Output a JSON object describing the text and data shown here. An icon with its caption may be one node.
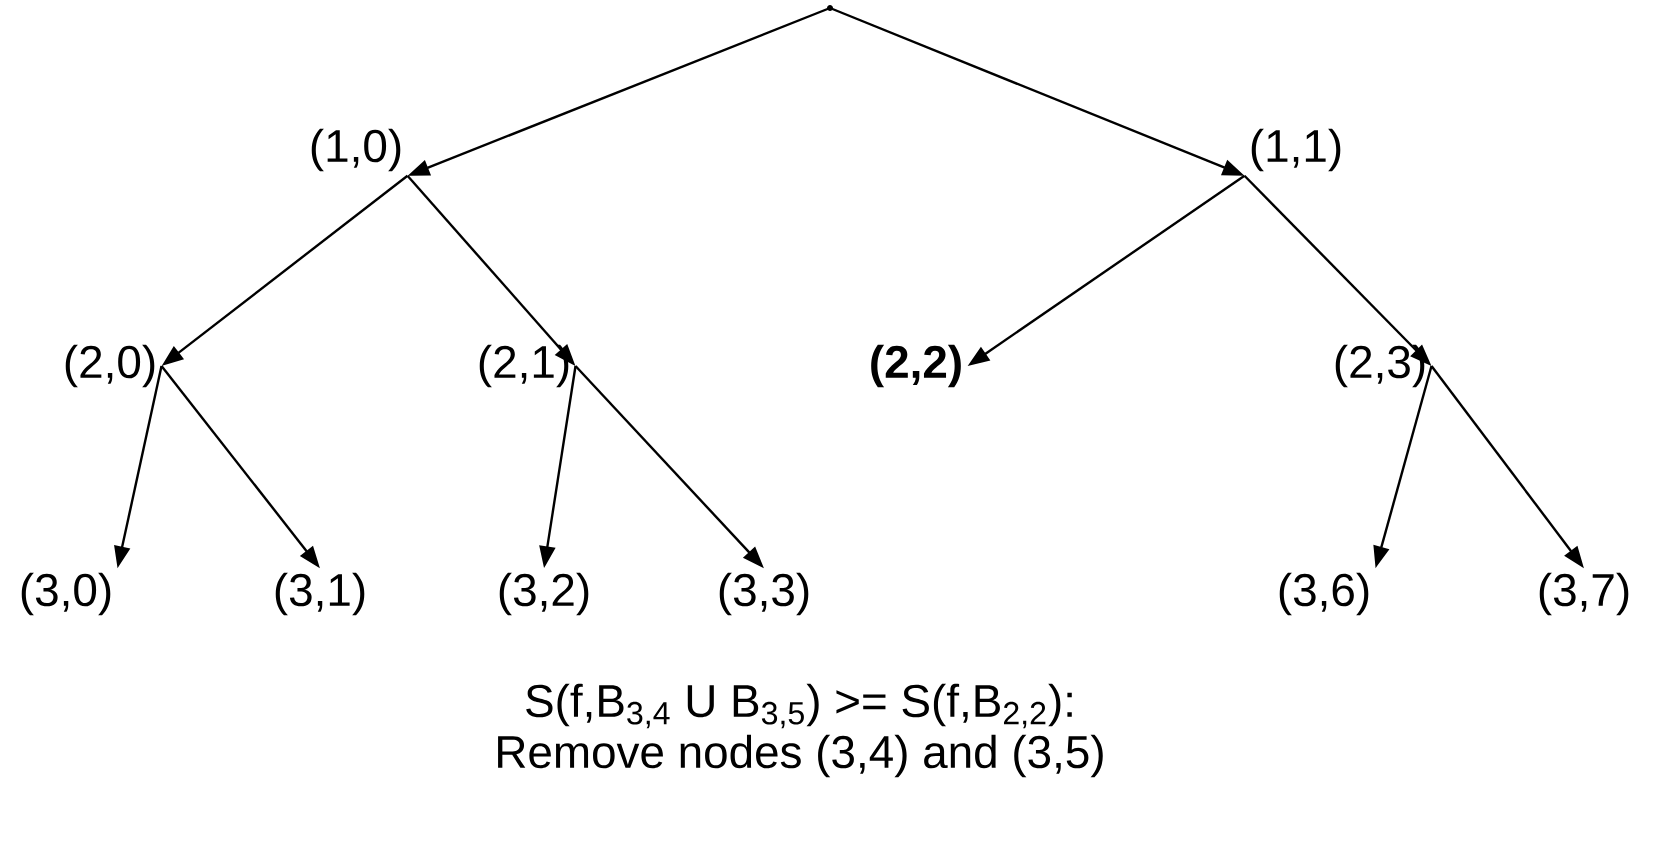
{
  "diagram": {
    "nodes": [
      {
        "text": [],
        "shape": "point"
      },
      {
        "text": [
          "(1,0)"
        ]
      },
      {
        "text": [
          "(1,1)"
        ]
      },
      {
        "text": [
          "(2,0)"
        ]
      },
      {
        "text": [
          "(2,1)"
        ]
      },
      {
        "text": [
          "(2,2)"
        ]
      },
      {
        "text": [
          "(2,3)"
        ]
      },
      {
        "text": [
          "(3,0)"
        ]
      },
      {
        "text": [
          "(3,1)"
        ]
      },
      {
        "text": [
          "(3,2)"
        ]
      },
      {
        "text": [
          "(3,3)"
        ]
      },
      {
        "text": [
          "(3,6)"
        ]
      },
      {
        "text": [
          "(3,7)"
        ]
      }
    ],
    "edges": [
      {
        "from": 0,
        "to": 1,
        "arrow": "to"
      },
      {
        "from": 0,
        "to": 2,
        "arrow": "to"
      },
      {
        "from": 1,
        "to": 3,
        "arrow": "to"
      },
      {
        "from": 1,
        "to": 4,
        "arrow": "to"
      },
      {
        "from": 2,
        "to": 5,
        "arrow": "to"
      },
      {
        "from": 2,
        "to": 6,
        "arrow": "to"
      },
      {
        "from": 3,
        "to": 7,
        "arrow": "to"
      },
      {
        "from": 3,
        "to": 8,
        "arrow": "to"
      },
      {
        "from": 4,
        "to": 9,
        "arrow": "to"
      },
      {
        "from": 4,
        "to": 10,
        "arrow": "to"
      },
      {
        "from": 6,
        "to": 11,
        "arrow": "to"
      },
      {
        "from": 6,
        "to": 12,
        "arrow": "to"
      }
    ],
    "labels": [
      "S(f,B$_{3,4}$ U B$_{3,5}$) >= S(f,B$_{2,2}$):",
      "Remove nodes (3,4) and (3,5)"
    ]
  }
}
